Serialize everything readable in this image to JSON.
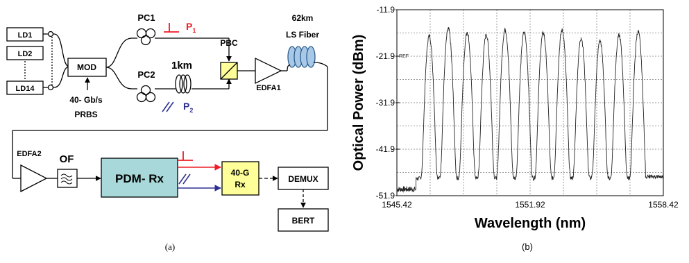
{
  "diagram": {
    "lasers": [
      "LD1",
      "LD2",
      "LD14"
    ],
    "mod": "MOD",
    "prbs_line1": "40- Gb/s",
    "prbs_line2": "PRBS",
    "pc1": "PC1",
    "pc2": "PC2",
    "p1": "P",
    "p1_sub": "1",
    "p2": "P",
    "p2_sub": "2",
    "delay": "1km",
    "pbc": "PBC",
    "fiber_line1": "62km",
    "fiber_line2": "LS Fiber",
    "edfa1": "EDFA1",
    "edfa2": "EDFA2",
    "of": "OF",
    "pdm_rx": "PDM- Rx",
    "rx40_line1": "40-G",
    "rx40_line2": "Rx",
    "demux": "DEMUX",
    "bert": "BERT",
    "caption": "(a)",
    "colors": {
      "red": "#ee1c25",
      "blue": "#2e3192",
      "pdm_fill": "#a8d8da",
      "rx_fill": "#ffff99",
      "pbc_fill": "#ffff99"
    }
  },
  "chart_data": {
    "type": "line",
    "title": "",
    "xlabel": "Wavelength (nm)",
    "ylabel": "Optical Power (dBm)",
    "xlim": [
      1545.42,
      1558.42
    ],
    "ylim": [
      -51.9,
      -11.9
    ],
    "xticks": [
      "1545.42",
      "1551.92",
      "1558.42"
    ],
    "yticks": [
      "-11.9",
      "-21.9",
      "-31.9",
      "-41.9",
      "-51.9"
    ],
    "ref_label": "REF",
    "grid": true,
    "caption": "(b)",
    "floor_dbm": -48.2,
    "left_noise_dbm": -50.5,
    "peaks": {
      "wavelength_nm": [
        1547.0,
        1547.93,
        1548.85,
        1549.78,
        1550.7,
        1551.63,
        1552.56,
        1553.48,
        1554.41,
        1555.33,
        1556.26,
        1557.19
      ],
      "power_dbm": [
        -17.5,
        -16.0,
        -16.8,
        -17.3,
        -16.2,
        -16.8,
        -16.9,
        -16.3,
        -18.0,
        -18.6,
        -17.4,
        -16.6
      ]
    }
  }
}
